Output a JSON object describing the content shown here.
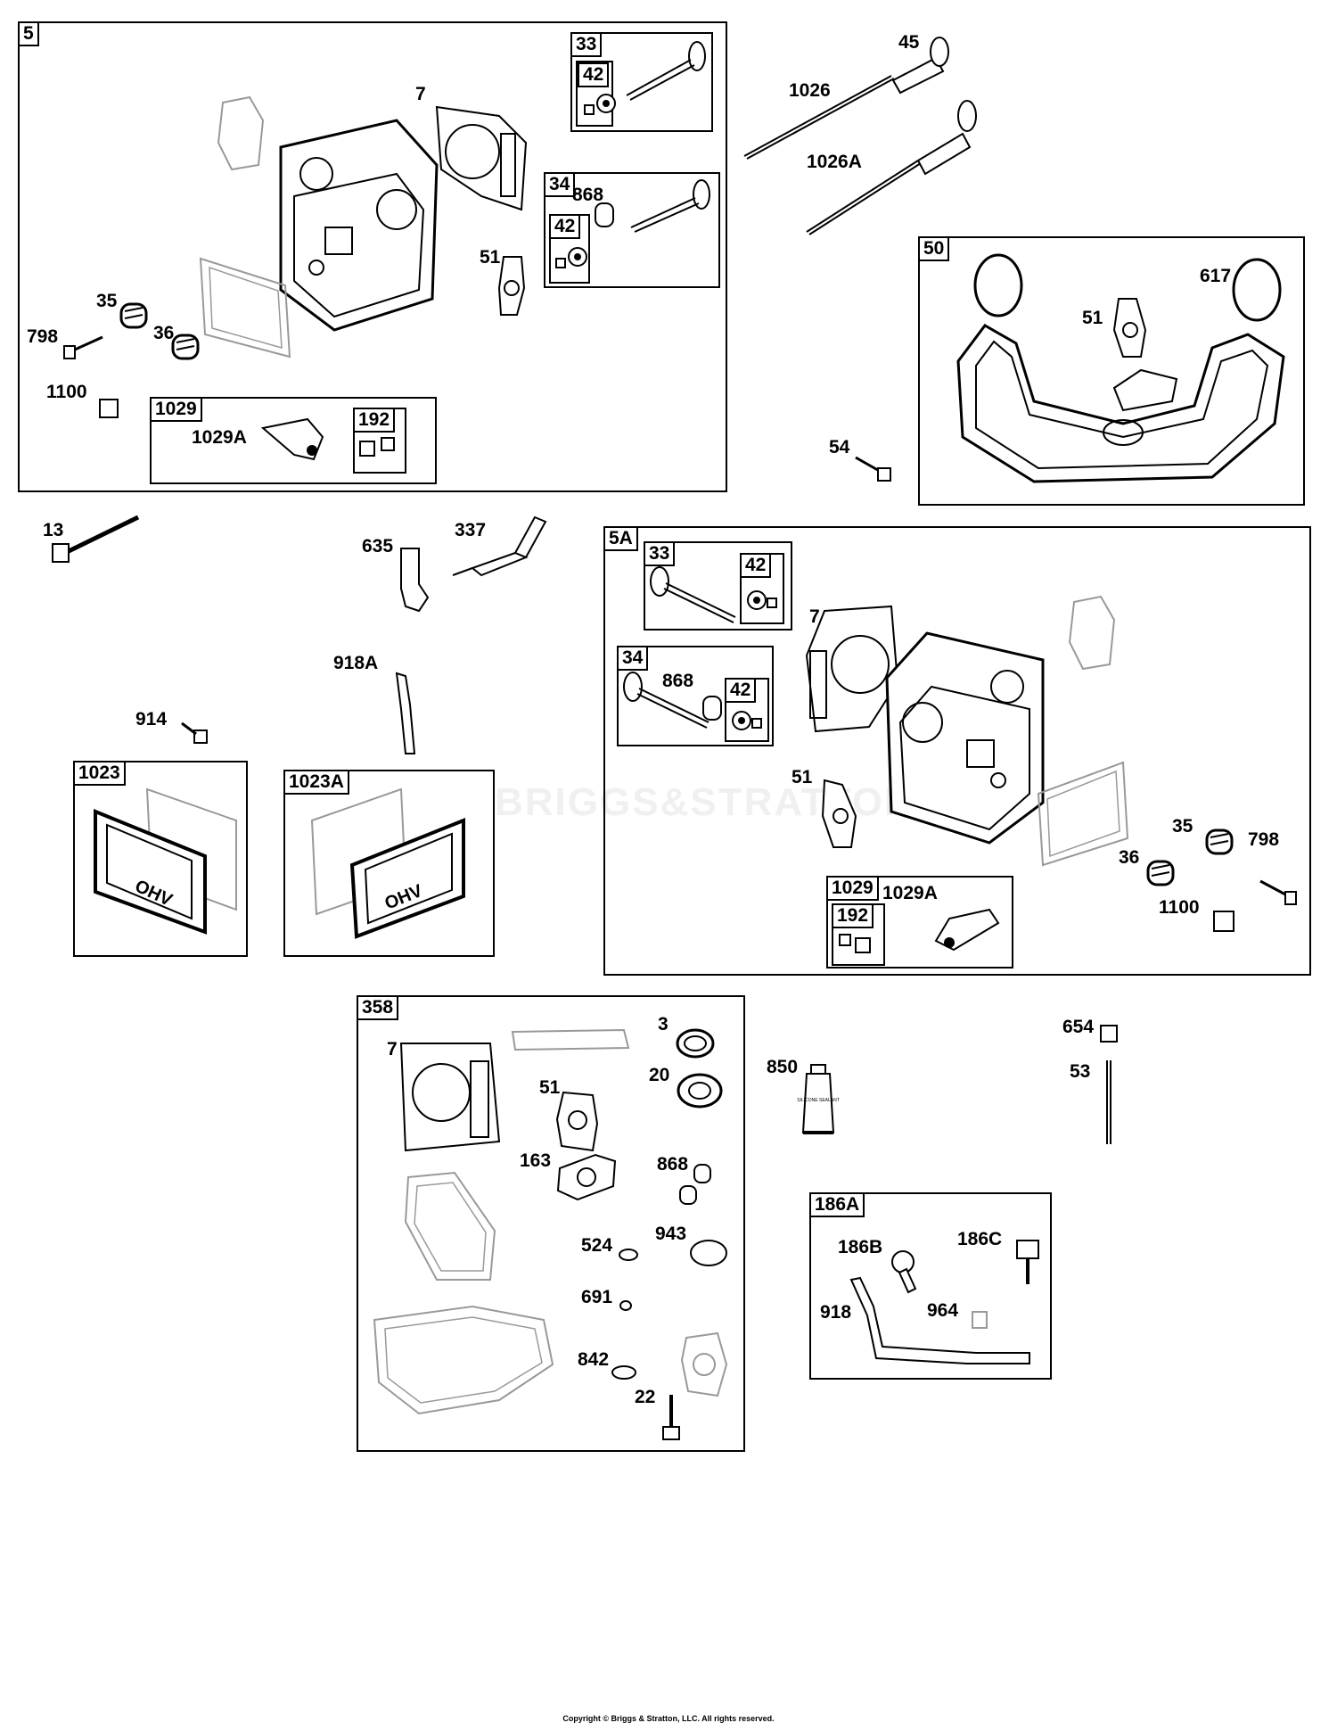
{
  "watermark": "BRIGGS&STRATTON",
  "copyright": "Copyright © Briggs & Stratton, LLC. All rights reserved.",
  "groups": {
    "g5": "5",
    "g5_33": "33",
    "g5_42a": "42",
    "g5_34": "34",
    "g5_42b": "42",
    "g5_1029": "1029",
    "g5_192": "192",
    "g50": "50",
    "g5A": "5A",
    "g5A_33": "33",
    "g5A_42a": "42",
    "g5A_34": "34",
    "g5A_42b": "42",
    "g5A_1029": "1029",
    "g5A_192": "192",
    "g1023": "1023",
    "g1023A": "1023A",
    "g358": "358",
    "g186A": "186A"
  },
  "labels": {
    "l7a": "7",
    "l868a": "868",
    "l51a": "51",
    "l35a": "35",
    "l798a": "798",
    "l36a": "36",
    "l1100a": "1100",
    "l1029Aa": "1029A",
    "l45": "45",
    "l1026": "1026",
    "l1026A": "1026A",
    "l617": "617",
    "l51b": "51",
    "l54": "54",
    "l13": "13",
    "l635": "635",
    "l337": "337",
    "l918A": "918A",
    "l914": "914",
    "l7b": "7",
    "l868b": "868",
    "l51c": "51",
    "l1029Ab": "1029A",
    "l35b": "35",
    "l36b": "36",
    "l798b": "798",
    "l1100b": "1100",
    "l7c": "7",
    "l3": "3",
    "l20": "20",
    "l51d": "51",
    "l163": "163",
    "l868c": "868",
    "l524": "524",
    "l943": "943",
    "l691": "691",
    "l842": "842",
    "l22": "22",
    "l850": "850",
    "l654": "654",
    "l53": "53",
    "l186B": "186B",
    "l186C": "186C",
    "l918": "918",
    "l964": "964"
  },
  "sealant_text": "SILICONE SEALANT",
  "cover_text": "OHV"
}
